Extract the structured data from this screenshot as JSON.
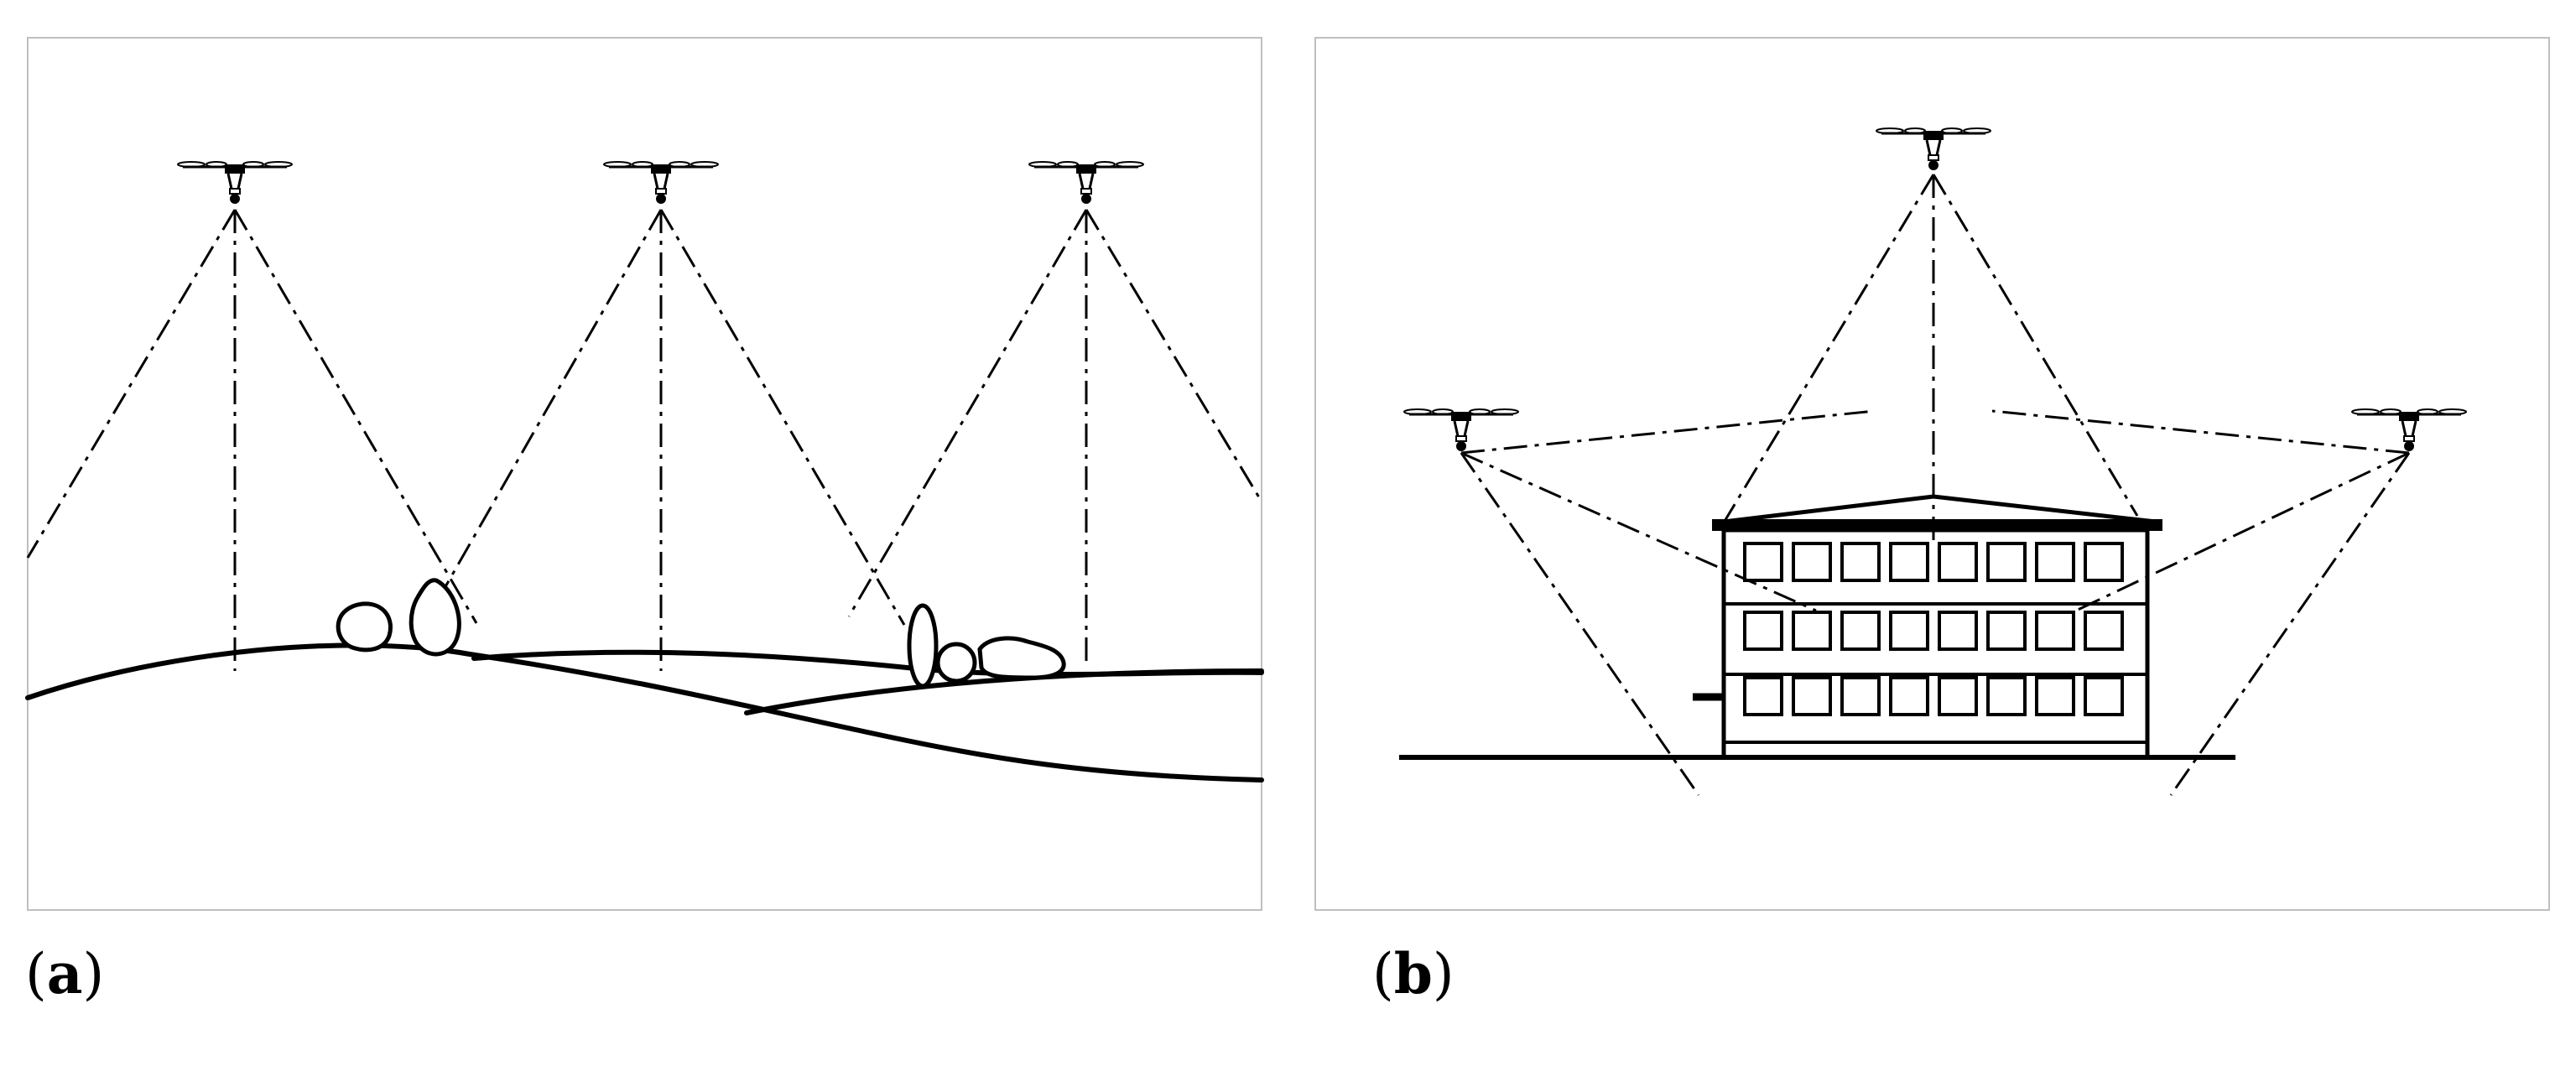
{
  "figure": {
    "panels": [
      {
        "id": "a",
        "label_open": "(",
        "label_letter": "a",
        "label_close": ")",
        "scene": "terrain",
        "drone_count": 3
      },
      {
        "id": "b",
        "label_open": "(",
        "label_letter": "b",
        "label_close": ")",
        "scene": "building",
        "drone_count": 3
      }
    ]
  },
  "colors": {
    "line": "#000000",
    "frame": "#bfbfbf",
    "background": "#ffffff"
  },
  "icons": [
    "drone-icon",
    "bush-icon",
    "building-icon"
  ]
}
